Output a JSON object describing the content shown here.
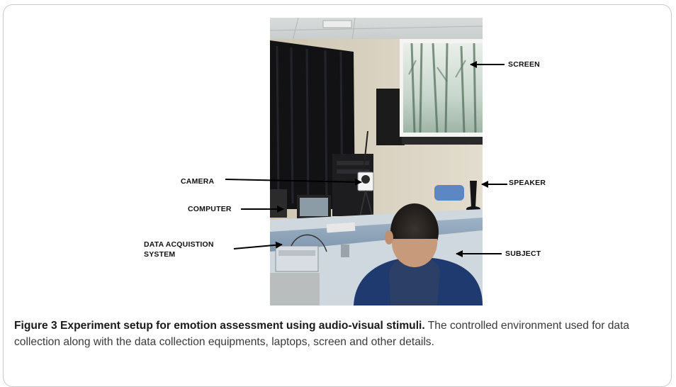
{
  "figure": {
    "labels": {
      "screen": "SCREEN",
      "camera": "CAMERA",
      "speaker": "SPEAKER",
      "computer": "COMPUTER",
      "daq_line1": "DATA ACQUISTION",
      "daq_line2": "SYSTEM",
      "subject": "SUBJECT"
    }
  },
  "caption": {
    "number": "Figure 3",
    "title": "Experiment setup for emotion assessment using audio-visual stimuli.",
    "text": "The controlled environment used for data collection along with the data collection equipments, laptops, screen and other details."
  },
  "colors": {
    "caption_text": "#3a3a3a",
    "frame_border": "#c8c8c8"
  }
}
